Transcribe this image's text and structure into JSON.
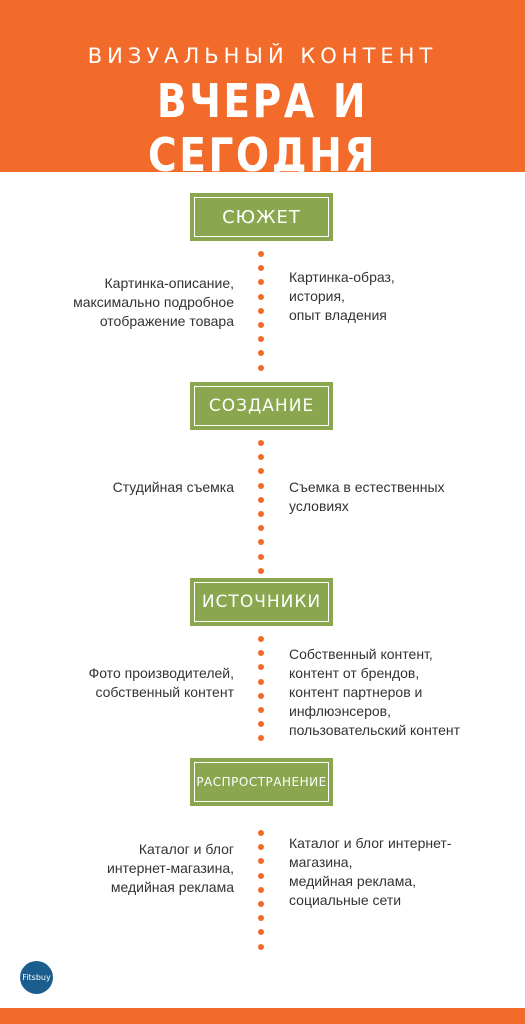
{
  "header": {
    "subtitle": "ВИЗУАЛЬНЫЙ КОНТЕНТ",
    "title": "ВЧЕРА И СЕГОДНЯ"
  },
  "sections": [
    {
      "label": "СЮЖЕТ",
      "left_lines": [
        "Картинка-описание,",
        "максимально подробное",
        "отображение товара"
      ],
      "right_lines": [
        "Картинка-образ,",
        "история,",
        "опыт владения"
      ]
    },
    {
      "label": "СОЗДАНИЕ",
      "left_lines": [
        "Студийная съемка"
      ],
      "right_lines": [
        "Съемка в естественных",
        "условиях"
      ]
    },
    {
      "label": "ИСТОЧНИКИ",
      "left_lines": [
        "Фото производителей,",
        "собственный контент"
      ],
      "right_lines": [
        "Собственный контент,",
        "контент от брендов,",
        "контент партнеров и",
        "инфлюэнсеров,",
        "пользовательский контент"
      ]
    },
    {
      "label": "РАСПРОСТРАНЕНИЕ",
      "left_lines": [
        "Каталог и блог",
        "интернет-магазина,",
        "медийная реклама"
      ],
      "right_lines": [
        "Каталог и блог интернет-",
        "магазина,",
        "медийная реклама,",
        "социальные сети"
      ]
    }
  ],
  "logo": {
    "text": "Fitsbuy"
  },
  "colors": {
    "accent": "#f26b2a",
    "label_bg": "#8aa64f",
    "logo_bg": "#1b5e8e"
  }
}
